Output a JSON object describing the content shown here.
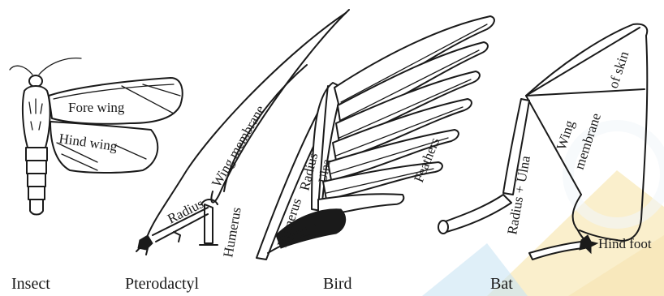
{
  "captions": {
    "insect": "Insect",
    "pterodactyl": "Pterodactyl",
    "bird": "Bird",
    "bat": "Bat"
  },
  "labels": {
    "fore_wing": "Fore wing",
    "hind_wing": "Hind wing",
    "wing_membrane": "Wing membrane",
    "radius_ptero": "Radius",
    "humerus_ptero": "Humerus",
    "radius_bird": "Radius",
    "ulna_bird": "Ulna",
    "humerus_bird": "Humerus",
    "feathers": "Feathers",
    "radius_ulna_bat": "Radius + Ulna",
    "wing_membrane_bat_1": "Wing",
    "wing_membrane_bat_2": "membrane",
    "of_skin": "of skin",
    "hind_foot": "Hind foot"
  },
  "colors": {
    "ink": "#1a1a1a",
    "background": "#ffffff",
    "watermark": "#f5dc8c",
    "watermark_blue": "#5aa9dc"
  }
}
